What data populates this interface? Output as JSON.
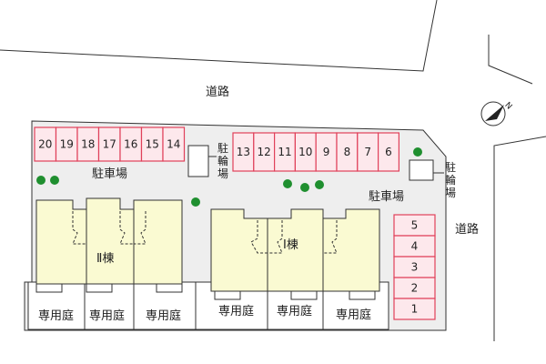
{
  "labels": {
    "road_north": "道路",
    "road_east": "道路",
    "parking_west": "駐車場",
    "parking_east": "駐車場",
    "bicycle_parking_1": "駐輪場",
    "bicycle_parking_2": "駐輪場",
    "building_1": "Ⅰ棟",
    "building_2": "Ⅱ棟",
    "private_garden": "専用庭",
    "north_mark": "N"
  },
  "parking_rows": {
    "west_row": [
      "20",
      "19",
      "18",
      "17",
      "16",
      "15",
      "14"
    ],
    "middle_row": [
      "13",
      "12",
      "11",
      "10",
      "9",
      "8",
      "7",
      "6"
    ],
    "east_column": [
      "5",
      "4",
      "3",
      "2",
      "1"
    ]
  },
  "gardens": [
    "専用庭",
    "専用庭",
    "専用庭",
    "専用庭",
    "専用庭",
    "専用庭"
  ],
  "colors": {
    "parking_stroke": "#e0405a",
    "parking_fill": "#fde8ec",
    "lot_fill": "#eeeeee",
    "building_fill": "#fafad2",
    "tree": "#1f8f2f",
    "outline": "#333333"
  }
}
